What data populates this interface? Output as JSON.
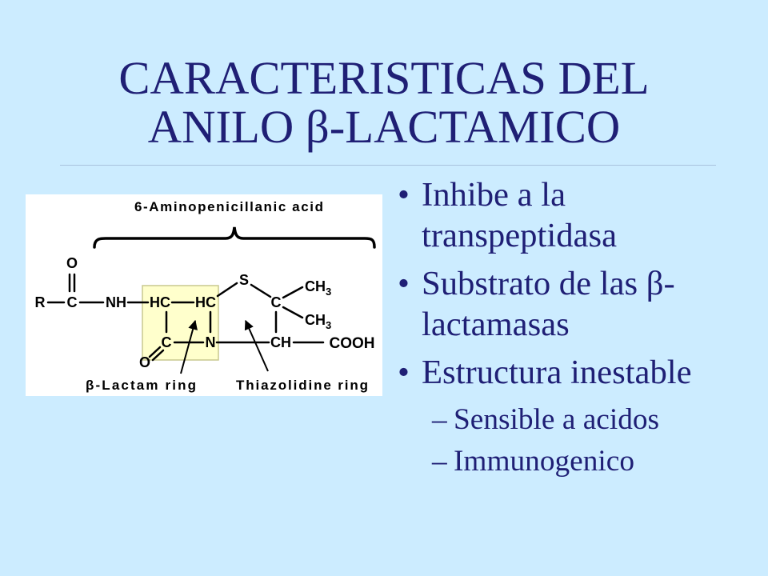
{
  "colors": {
    "background": "#CCECFF",
    "text": "#1F1F75",
    "rule": "#A9C3DE",
    "diagram_background": "#FFFFFF",
    "lactam_highlight": "#FFFFCC",
    "lactam_highlight_border": "#C9C98F"
  },
  "title": "CARACTERISTICAS DEL ANILO β-LACTAMICO",
  "bullet_marker": "•",
  "sub_marker": "–",
  "bullets": [
    {
      "text": "Inhibe a la transpeptidasa"
    },
    {
      "text": "Substrato de las β-lactamasas"
    },
    {
      "text": "Estructura inestable",
      "sub": [
        {
          "text": "Sensible a acidos"
        },
        {
          "text": "Immunogenico"
        }
      ]
    }
  ],
  "diagram": {
    "header_label": "6-Aminopenicillanic acid",
    "atoms": {
      "carbonyl_oxygen": "O",
      "r_group": "R",
      "carbonyl_carbon": "C",
      "amide_nh": "NH",
      "hc_left": "HC",
      "hc_right": "HC",
      "lactam_carbon": "C",
      "lactam_nitrogen": "N",
      "lactam_oxygen": "O",
      "sulfur": "S",
      "gem_dimethyl_carbon": "C",
      "methyl_top": {
        "main": "CH",
        "sub": "3"
      },
      "methyl_bottom": {
        "main": "CH",
        "sub": "3"
      },
      "ring_ch": "CH",
      "carboxyl": "COOH"
    },
    "labels": {
      "lactam_ring": "β-Lactam ring",
      "thiazolidine_ring": "Thiazolidine ring"
    }
  }
}
